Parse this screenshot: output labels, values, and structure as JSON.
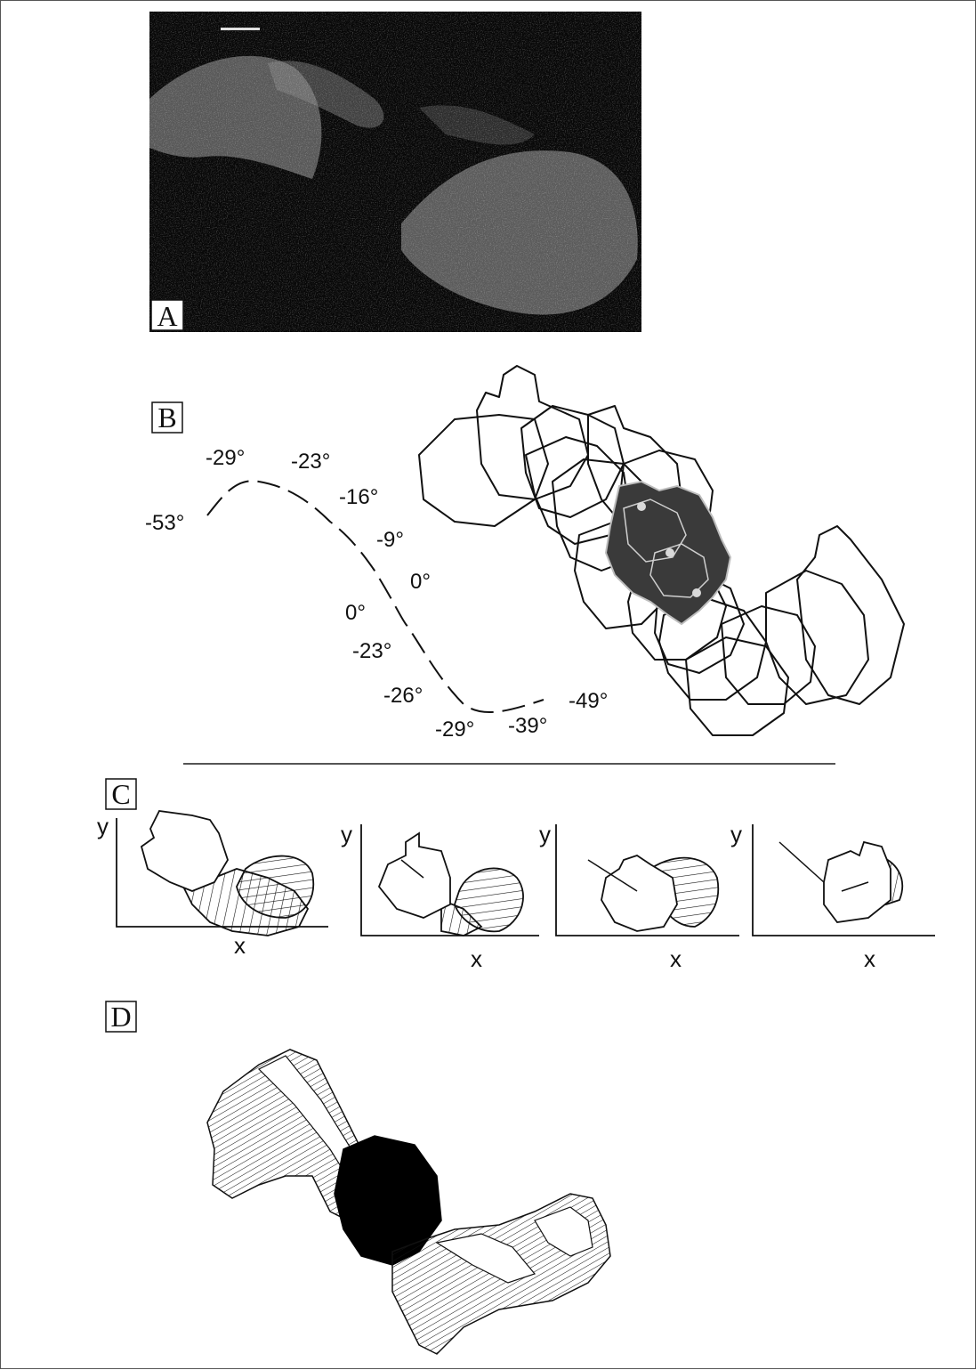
{
  "panels": {
    "a": {
      "label": "A"
    },
    "b": {
      "label": "B",
      "angles": [
        "-53°",
        "-29°",
        "-23°",
        "-16°",
        "-9°",
        "0°",
        "0°",
        "-23°",
        "-26°",
        "-29°",
        "-39°",
        "-49°"
      ]
    },
    "c": {
      "label": "C",
      "plots": [
        {
          "xlabel": "x",
          "ylabel": "y"
        },
        {
          "xlabel": "x",
          "ylabel": "y"
        },
        {
          "xlabel": "x",
          "ylabel": "y"
        },
        {
          "xlabel": "x",
          "ylabel": "y"
        }
      ]
    },
    "d": {
      "label": "D"
    }
  },
  "colors": {
    "stroke": "#111111",
    "micrograph": "#070707",
    "highlight": "#3a3a3a",
    "reconstruction": "#000000"
  }
}
